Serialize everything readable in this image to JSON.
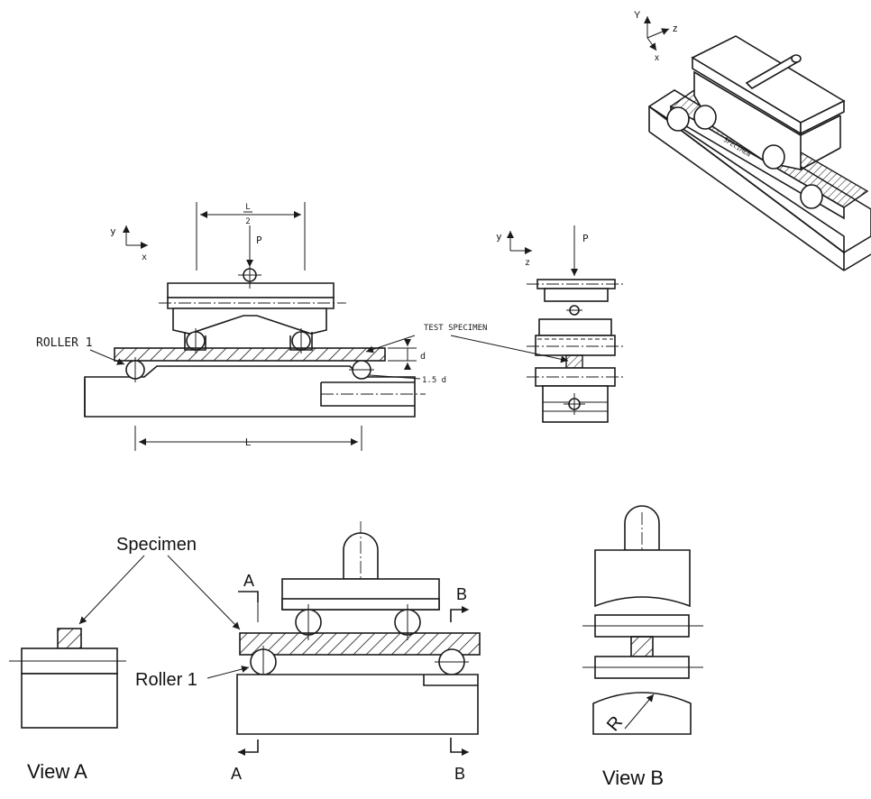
{
  "iso_view": {
    "axis_y": "Y",
    "axis_z": "z",
    "axis_x": "x",
    "specimen_label": "SPECIMEN"
  },
  "front_view": {
    "axis_y": "y",
    "axis_x": "x",
    "half_span_num": "L",
    "half_span_den": "2",
    "load": "P",
    "roller_label": "ROLLER 1",
    "depth": "d",
    "offset": "1.5 d",
    "span": "L"
  },
  "side_view": {
    "axis_y": "y",
    "axis_z": "z",
    "load": "P",
    "specimen_label": "TEST SPECIMEN"
  },
  "lower_views": {
    "specimen_label": "Specimen",
    "roller_label": "Roller 1",
    "section_a": "A",
    "section_b": "B",
    "radius": "R",
    "view_a_title": "View A",
    "view_b_title": "View B"
  },
  "colors": {
    "line": "#1a1a1a",
    "background": "#ffffff"
  }
}
